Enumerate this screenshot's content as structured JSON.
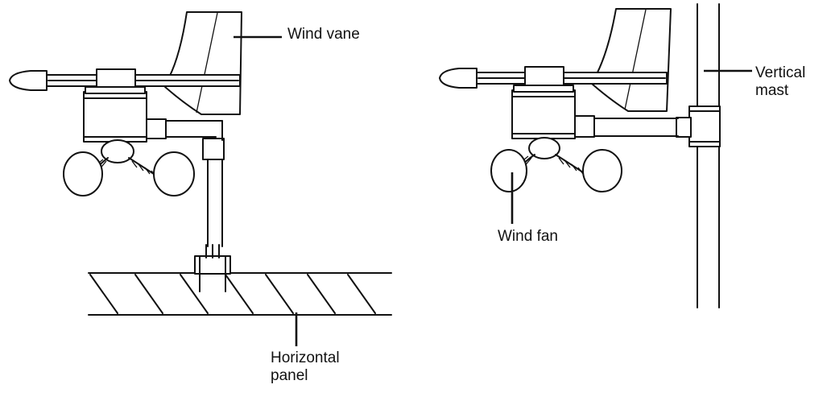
{
  "labels": {
    "wind_vane": "Wind vane",
    "vertical_mast_line1": "Vertical",
    "vertical_mast_line2": "mast",
    "wind_fan": "Wind fan",
    "horizontal_panel_line1": "Horizontal",
    "horizontal_panel_line2": "panel"
  }
}
